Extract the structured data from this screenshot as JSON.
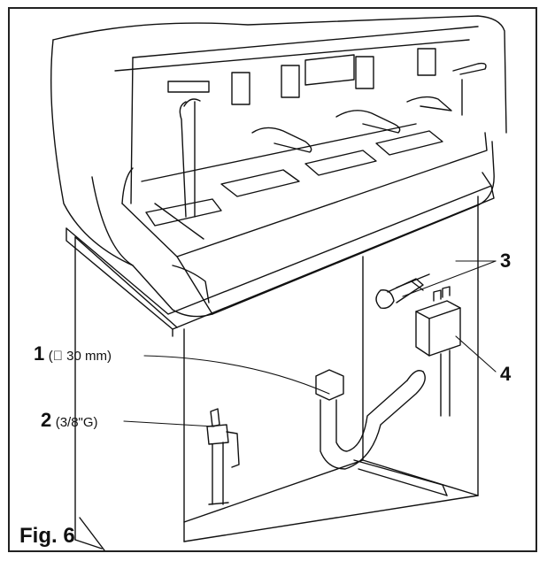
{
  "figure": {
    "label": "Fig. 6"
  },
  "callouts": [
    {
      "number": "1",
      "spec": "(\u0000 30 mm)"
    },
    {
      "number": "2",
      "spec": "(3/8\"G)"
    },
    {
      "number": "3",
      "spec": ""
    },
    {
      "number": "4",
      "spec": ""
    }
  ],
  "colors": {
    "line": "#111111",
    "background": "#ffffff"
  }
}
